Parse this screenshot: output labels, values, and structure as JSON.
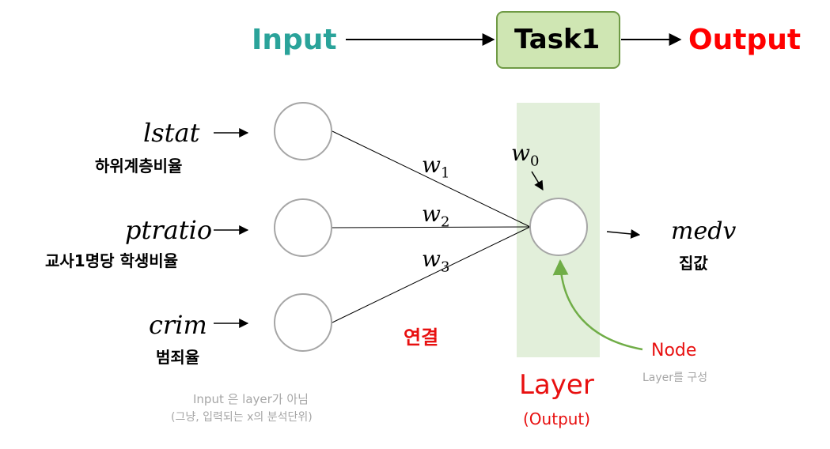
{
  "header": {
    "input": "Input",
    "task": "Task1",
    "output": "Output"
  },
  "inputs": [
    {
      "var": "lstat",
      "desc": "하위계층비율"
    },
    {
      "var": "ptratio",
      "desc": "교사1명당  학생비율"
    },
    {
      "var": "crim",
      "desc": "범죄율"
    }
  ],
  "weights": [
    {
      "base": "w",
      "sub": "1"
    },
    {
      "base": "w",
      "sub": "2"
    },
    {
      "base": "w",
      "sub": "3"
    }
  ],
  "bias": {
    "base": "w",
    "sub": "0"
  },
  "connection_label": "연결",
  "output_var": {
    "var": "medv",
    "desc": "집값"
  },
  "layer": {
    "title": "Layer",
    "subtitle": "(Output)"
  },
  "node_note": {
    "title": "Node",
    "subtitle": "Layer를 구성"
  },
  "input_note": {
    "line1": "Input 은 layer가 아님",
    "line2": "(그냥, 입력되는 x의 분석단위)"
  },
  "colors": {
    "input": "#2aa39a",
    "output": "#ff0000",
    "task_fill": "#cfe6b3",
    "task_border": "#6f9a45",
    "layer_band": "#e2efda",
    "node_arrow": "#70ad47",
    "red_text": "#e81010"
  }
}
